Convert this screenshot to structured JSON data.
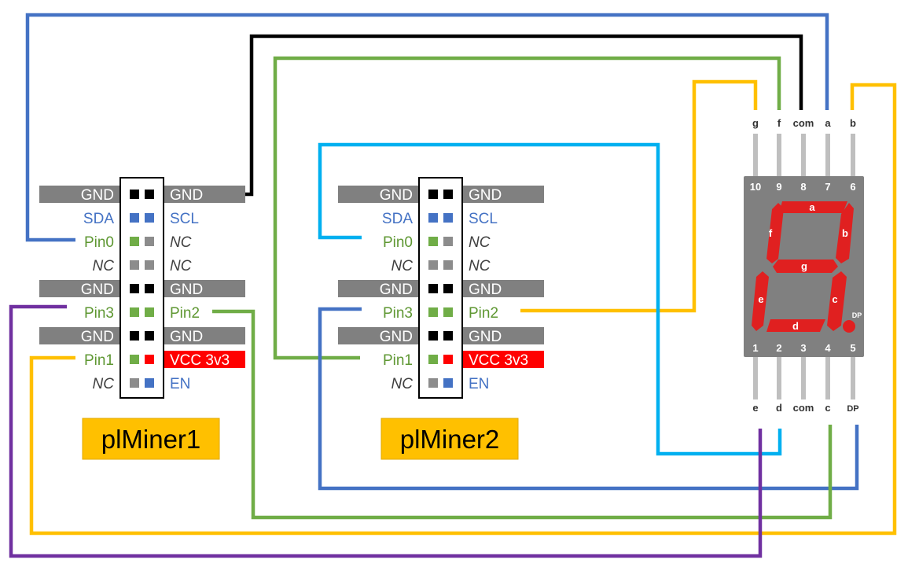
{
  "colors": {
    "gnd_bar": "#808080",
    "gnd_text": "#ffffff",
    "i2c": "#4472c4",
    "pin": "#5e9732",
    "pin_sq": "#70ad47",
    "nc_text": "#404040",
    "nc_sq": "#8c8c8c",
    "vcc_bg": "#ff0000",
    "vcc_sq": "#ff0000",
    "black_sq": "#000000",
    "label_bg": "#ffc000",
    "label_border": "#e2a800",
    "display_body": "#808080",
    "segment": "#e02020",
    "segment_label": "#ffffff",
    "leg": "#bfbfbf",
    "wire_blue": "#4472c4",
    "wire_black": "#000000",
    "wire_green": "#70ad47",
    "wire_yellow": "#ffc000",
    "wire_cyan": "#00b0f0",
    "wire_purple": "#7030a0"
  },
  "boards": [
    {
      "name": "plMiner1",
      "rows": [
        {
          "left": "GND",
          "right": "GND",
          "kind": "gnd",
          "left_sq": "black",
          "right_sq": "black"
        },
        {
          "left": "SDA",
          "right": "SCL",
          "kind": "i2c",
          "left_sq": "blue",
          "right_sq": "blue"
        },
        {
          "left": "Pin0",
          "right": "NC",
          "kind": "pin_nc",
          "left_sq": "green",
          "right_sq": "gray"
        },
        {
          "left": "NC",
          "right": "NC",
          "kind": "nc",
          "left_sq": "gray",
          "right_sq": "gray"
        },
        {
          "left": "GND",
          "right": "GND",
          "kind": "gnd",
          "left_sq": "black",
          "right_sq": "black"
        },
        {
          "left": "Pin3",
          "right": "Pin2",
          "kind": "pin",
          "left_sq": "green",
          "right_sq": "green"
        },
        {
          "left": "GND",
          "right": "GND",
          "kind": "gnd",
          "left_sq": "black",
          "right_sq": "black"
        },
        {
          "left": "Pin1",
          "right": "VCC 3v3",
          "kind": "pin_vcc",
          "left_sq": "green",
          "right_sq": "red"
        },
        {
          "left": "NC",
          "right": "EN",
          "kind": "nc_en",
          "left_sq": "gray",
          "right_sq": "blue"
        }
      ]
    },
    {
      "name": "plMiner2",
      "rows": [
        {
          "left": "GND",
          "right": "GND",
          "kind": "gnd",
          "left_sq": "black",
          "right_sq": "black"
        },
        {
          "left": "SDA",
          "right": "SCL",
          "kind": "i2c",
          "left_sq": "blue",
          "right_sq": "blue"
        },
        {
          "left": "Pin0",
          "right": "NC",
          "kind": "pin_nc",
          "left_sq": "green",
          "right_sq": "gray"
        },
        {
          "left": "NC",
          "right": "NC",
          "kind": "nc",
          "left_sq": "gray",
          "right_sq": "gray"
        },
        {
          "left": "GND",
          "right": "GND",
          "kind": "gnd",
          "left_sq": "black",
          "right_sq": "black"
        },
        {
          "left": "Pin3",
          "right": "Pin2",
          "kind": "pin",
          "left_sq": "green",
          "right_sq": "green"
        },
        {
          "left": "GND",
          "right": "GND",
          "kind": "gnd",
          "left_sq": "black",
          "right_sq": "black"
        },
        {
          "left": "Pin1",
          "right": "VCC 3v3",
          "kind": "pin_vcc",
          "left_sq": "green",
          "right_sq": "red"
        },
        {
          "left": "NC",
          "right": "EN",
          "kind": "nc_en",
          "left_sq": "gray",
          "right_sq": "blue"
        }
      ]
    }
  ],
  "display": {
    "top_pins": [
      {
        "number": "10",
        "label": "g"
      },
      {
        "number": "9",
        "label": "f"
      },
      {
        "number": "8",
        "label": "com"
      },
      {
        "number": "7",
        "label": "a"
      },
      {
        "number": "6",
        "label": "b"
      }
    ],
    "bottom_pins": [
      {
        "number": "1",
        "label": "e"
      },
      {
        "number": "2",
        "label": "d"
      },
      {
        "number": "3",
        "label": "com"
      },
      {
        "number": "4",
        "label": "c"
      },
      {
        "number": "5",
        "label": "DP"
      }
    ],
    "segments": [
      "a",
      "b",
      "c",
      "d",
      "e",
      "f",
      "g"
    ],
    "dp_label": "DP"
  }
}
